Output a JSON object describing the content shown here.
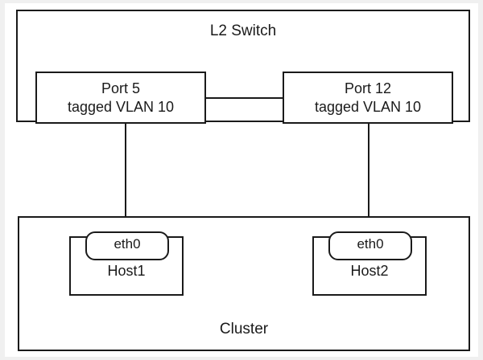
{
  "diagram": {
    "title": "L2 Switch",
    "switch": {
      "label": "L2 Switch",
      "ports": [
        {
          "name": "port-5",
          "line1": "Port 5",
          "line2": "tagged VLAN 10",
          "port_number": "5",
          "vlan": "10",
          "tagging": "tagged"
        },
        {
          "name": "port-12",
          "line1": "Port 12",
          "line2": "tagged VLAN 10",
          "port_number": "12",
          "vlan": "10",
          "tagging": "tagged"
        }
      ]
    },
    "cluster": {
      "label": "Cluster",
      "hosts": [
        {
          "name": "host1",
          "label": "Host1",
          "nic": "eth0"
        },
        {
          "name": "host2",
          "label": "Host2",
          "nic": "eth0"
        }
      ]
    },
    "links": [
      {
        "name": "trunk-link",
        "from": "Port 5",
        "to": "Port 12"
      },
      {
        "name": "cable-port5-host1-eth0",
        "from": "Port 5",
        "to": "Host1 eth0"
      },
      {
        "name": "cable-port12-host2-eth0",
        "from": "Port 12",
        "to": "Host2 eth0"
      }
    ],
    "colors": {
      "stroke": "#1a1a1a",
      "fill": "#ffffff",
      "page_background": "#f0f0f0"
    }
  }
}
